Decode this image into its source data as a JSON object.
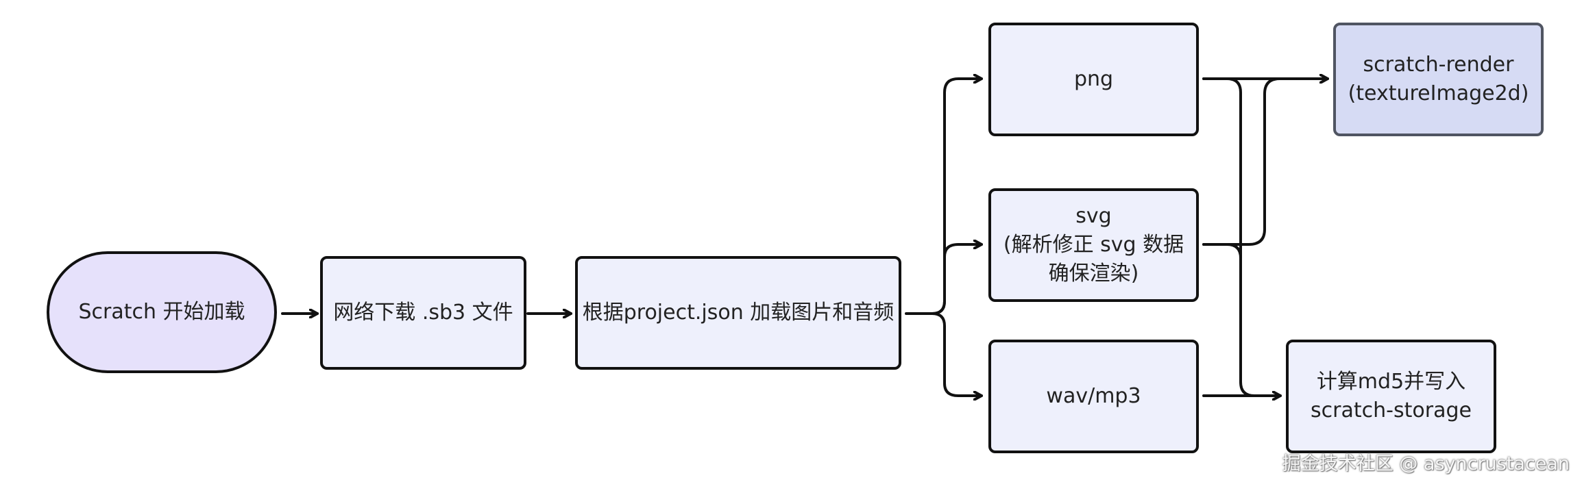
{
  "diagram": {
    "nodes": {
      "start": {
        "label": "Scratch 开始加载"
      },
      "download": {
        "label": "网络下载 .sb3 文件"
      },
      "load_assets": {
        "label": "根据project.json 加载图片和音频"
      },
      "png": {
        "label": "png"
      },
      "svg": {
        "label": "svg\n(解析修正 svg 数据\n确保渲染)"
      },
      "audio": {
        "label": "wav/mp3"
      },
      "render": {
        "label": "scratch-render\n(textureImage2d)"
      },
      "storage": {
        "label": "计算md5并写入\nscratch-storage"
      }
    },
    "edges": [
      {
        "from": "start",
        "to": "download"
      },
      {
        "from": "download",
        "to": "load_assets"
      },
      {
        "from": "load_assets",
        "to": "png"
      },
      {
        "from": "load_assets",
        "to": "svg"
      },
      {
        "from": "load_assets",
        "to": "audio"
      },
      {
        "from": "png",
        "to": "render"
      },
      {
        "from": "svg",
        "to": "render"
      },
      {
        "from": "png",
        "to": "storage"
      },
      {
        "from": "svg",
        "to": "storage"
      },
      {
        "from": "audio",
        "to": "storage"
      }
    ],
    "colors": {
      "stroke": "#111111",
      "node_fill": "#eef0fc",
      "start_fill": "#e6e1fb",
      "render_fill": "#d6dbf4",
      "render_stroke": "#505562"
    }
  },
  "watermark": {
    "text": "掘金技术社区 @ asyncrustacean"
  }
}
